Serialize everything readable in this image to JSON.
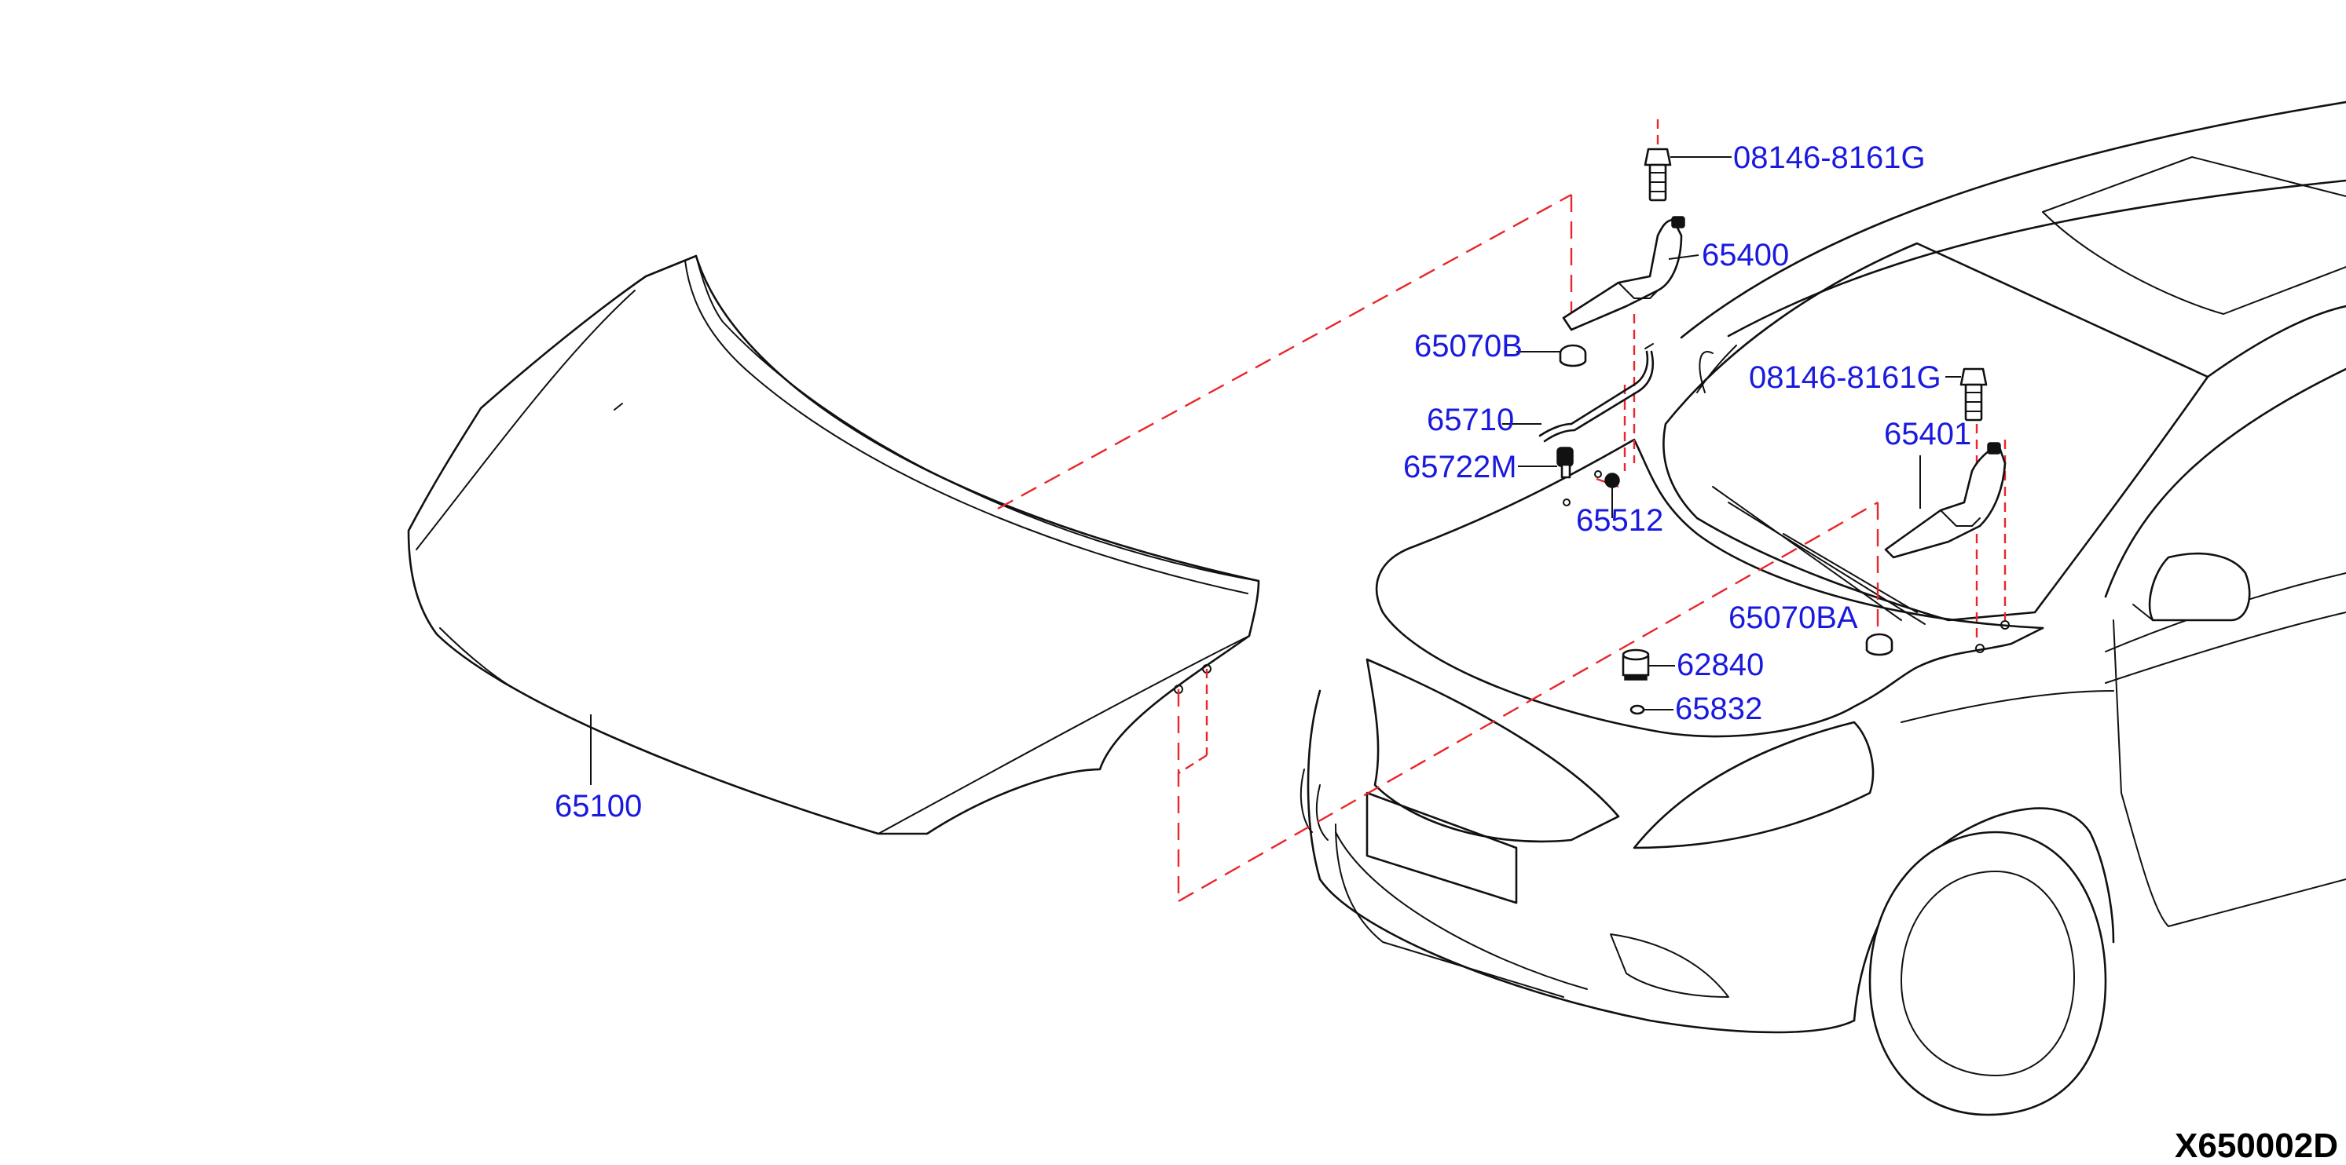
{
  "colors": {
    "callout_text": "#1a1adf",
    "line_art": "#111111",
    "assembly_line": "#e8262b",
    "background": "#ffffff"
  },
  "part_callouts": {
    "bolt_left": "08146-8161G",
    "hinge_left": "65400",
    "grommet_left": "65070B",
    "hood_rod": "65710",
    "rod_clip": "65722M",
    "hood_lock_clip": "65512",
    "bolt_right": "08146-8161G",
    "hinge_right": "65401",
    "grommet_right": "65070BA",
    "bumper_rubber": "62840",
    "seal_clip": "65832",
    "hood_panel": "65100"
  },
  "diagram_code": "X650002D"
}
